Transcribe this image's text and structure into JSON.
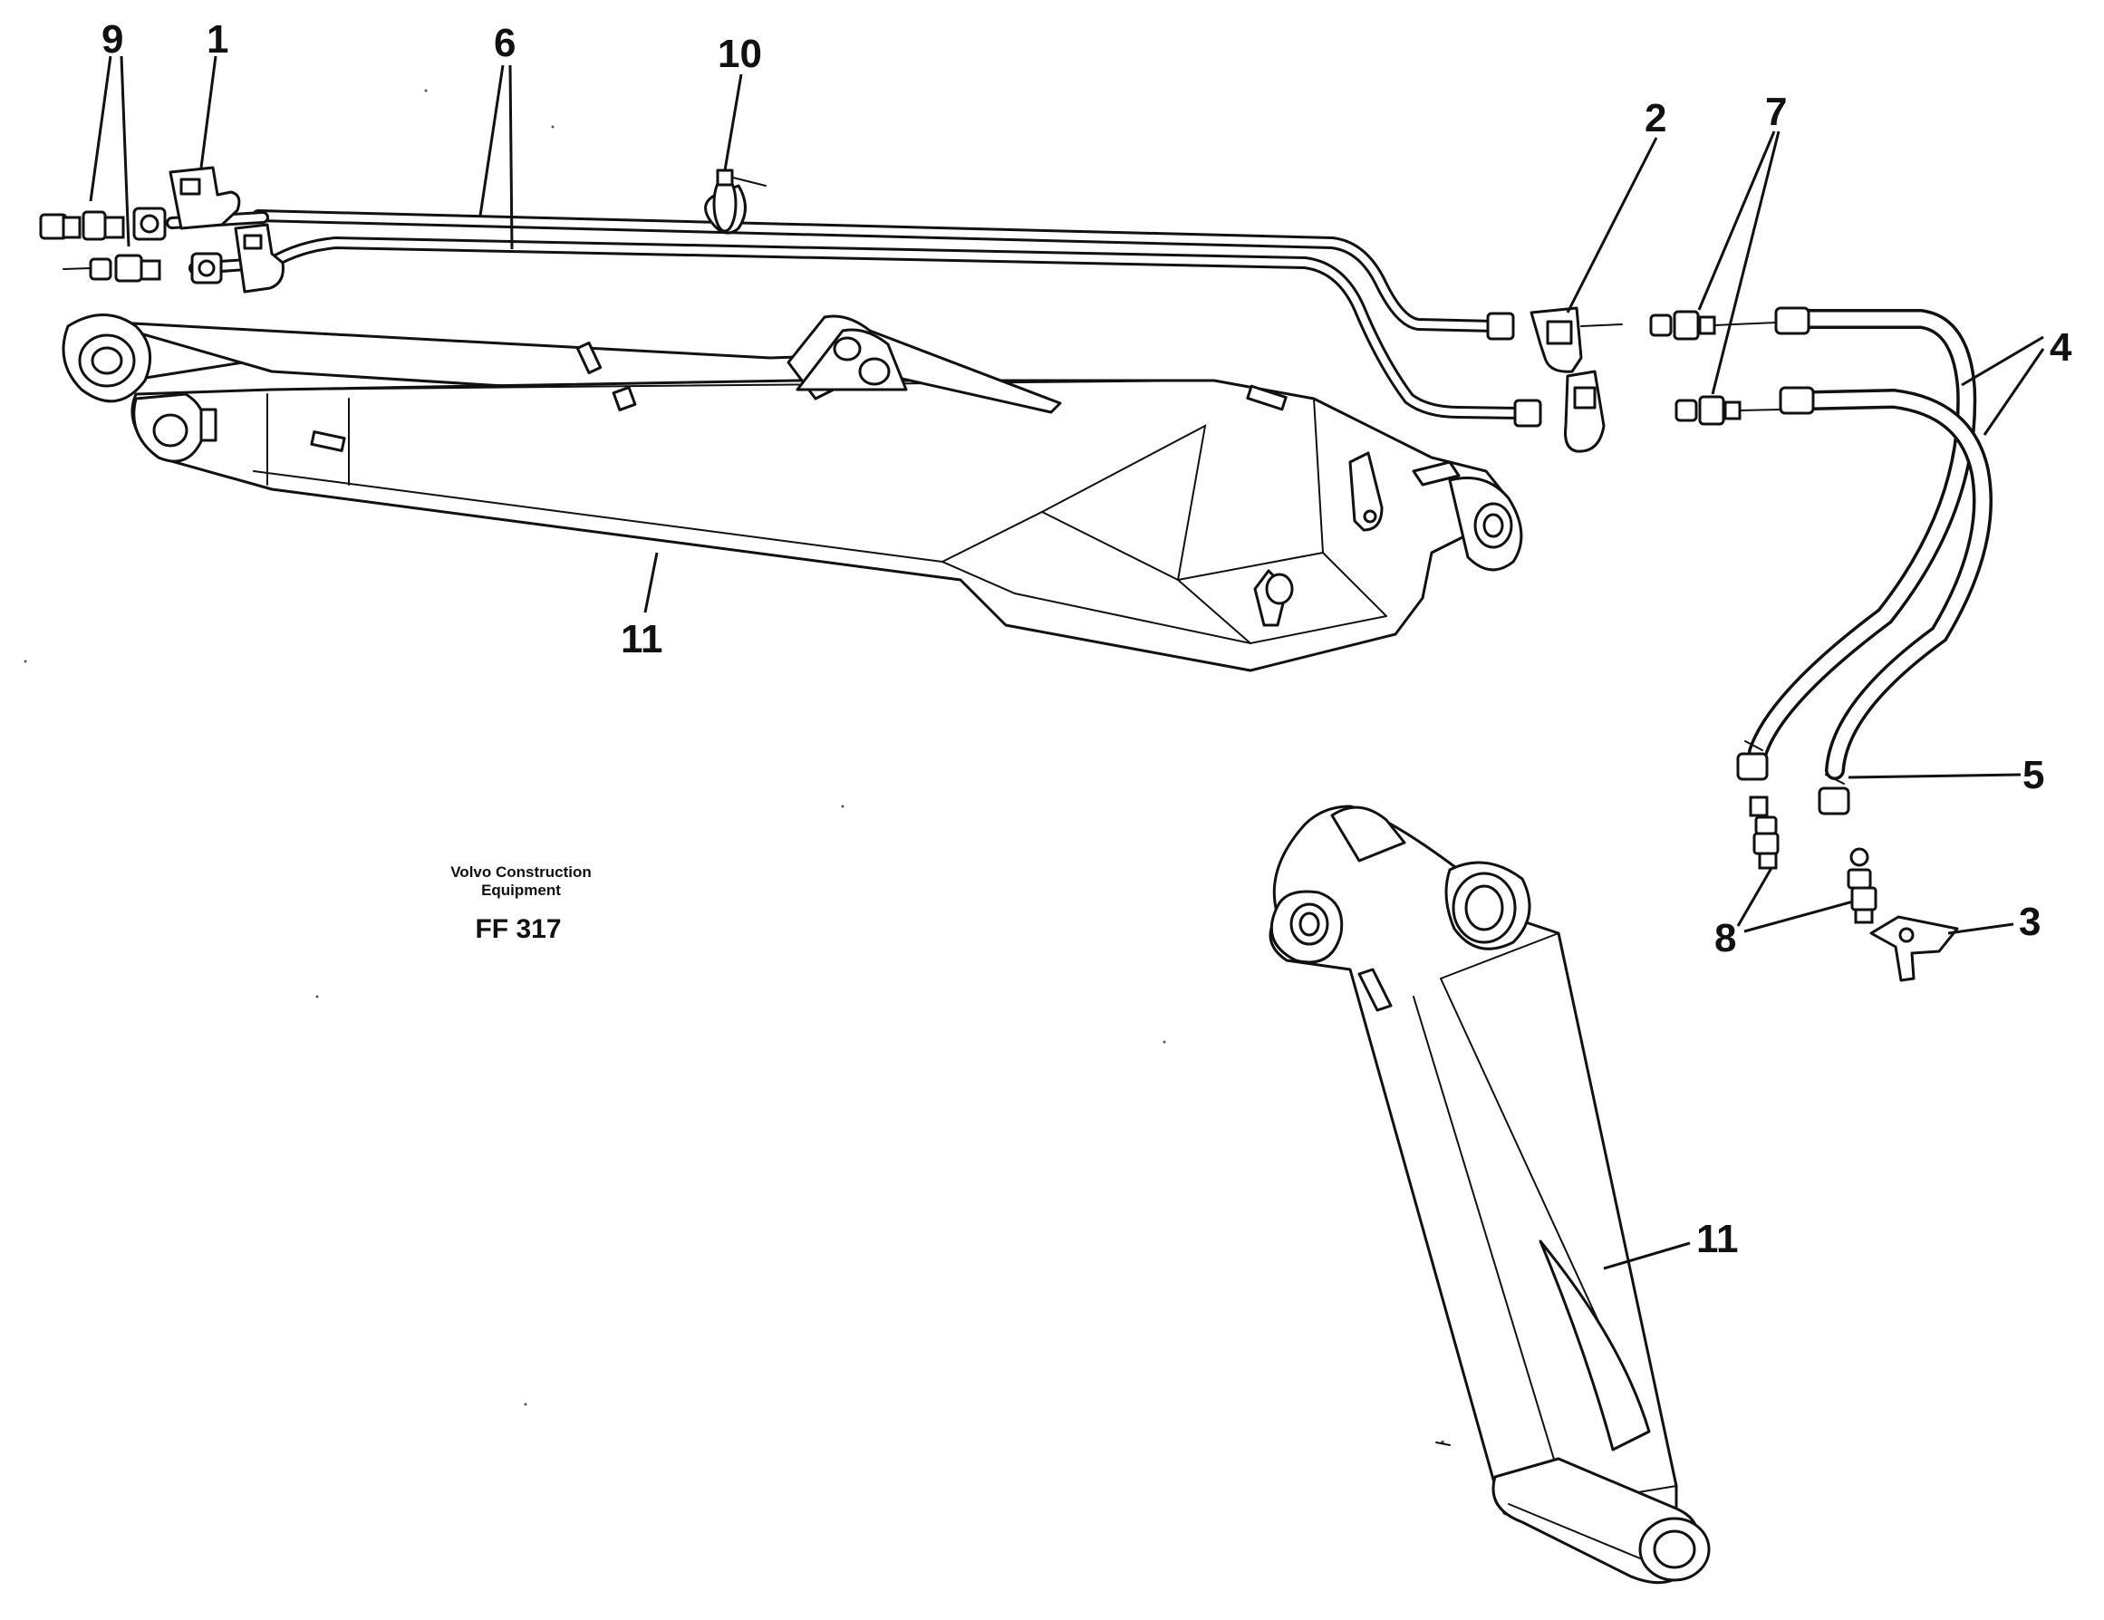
{
  "caption": {
    "company_line1": "Volvo Construction",
    "company_line2": "Equipment",
    "figure_id": "FF 317"
  },
  "callouts": {
    "c1": "1",
    "c2": "2",
    "c3": "3",
    "c4": "4",
    "c5": "5",
    "c6": "6",
    "c7": "7",
    "c8": "8",
    "c9": "9",
    "c10": "10",
    "c11_top": "11",
    "c11_bottom": "11"
  }
}
